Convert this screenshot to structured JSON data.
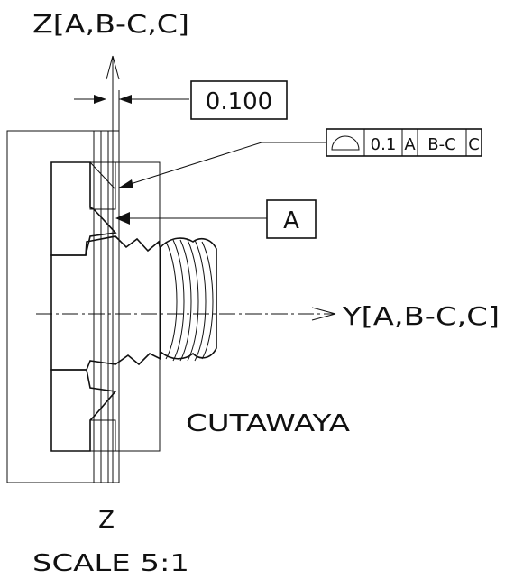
{
  "labels": {
    "z_axis": "Z[A,B-C,C]",
    "y_axis": "Y[A,B-C,C]",
    "dimension": "0.100",
    "datum": "A",
    "section": "CUTAWAYA",
    "view_z": "Z",
    "scale": "SCALE 5:1"
  },
  "fcf": {
    "tolerance": "0.1",
    "datums": [
      "A",
      "B-C",
      "C"
    ]
  }
}
